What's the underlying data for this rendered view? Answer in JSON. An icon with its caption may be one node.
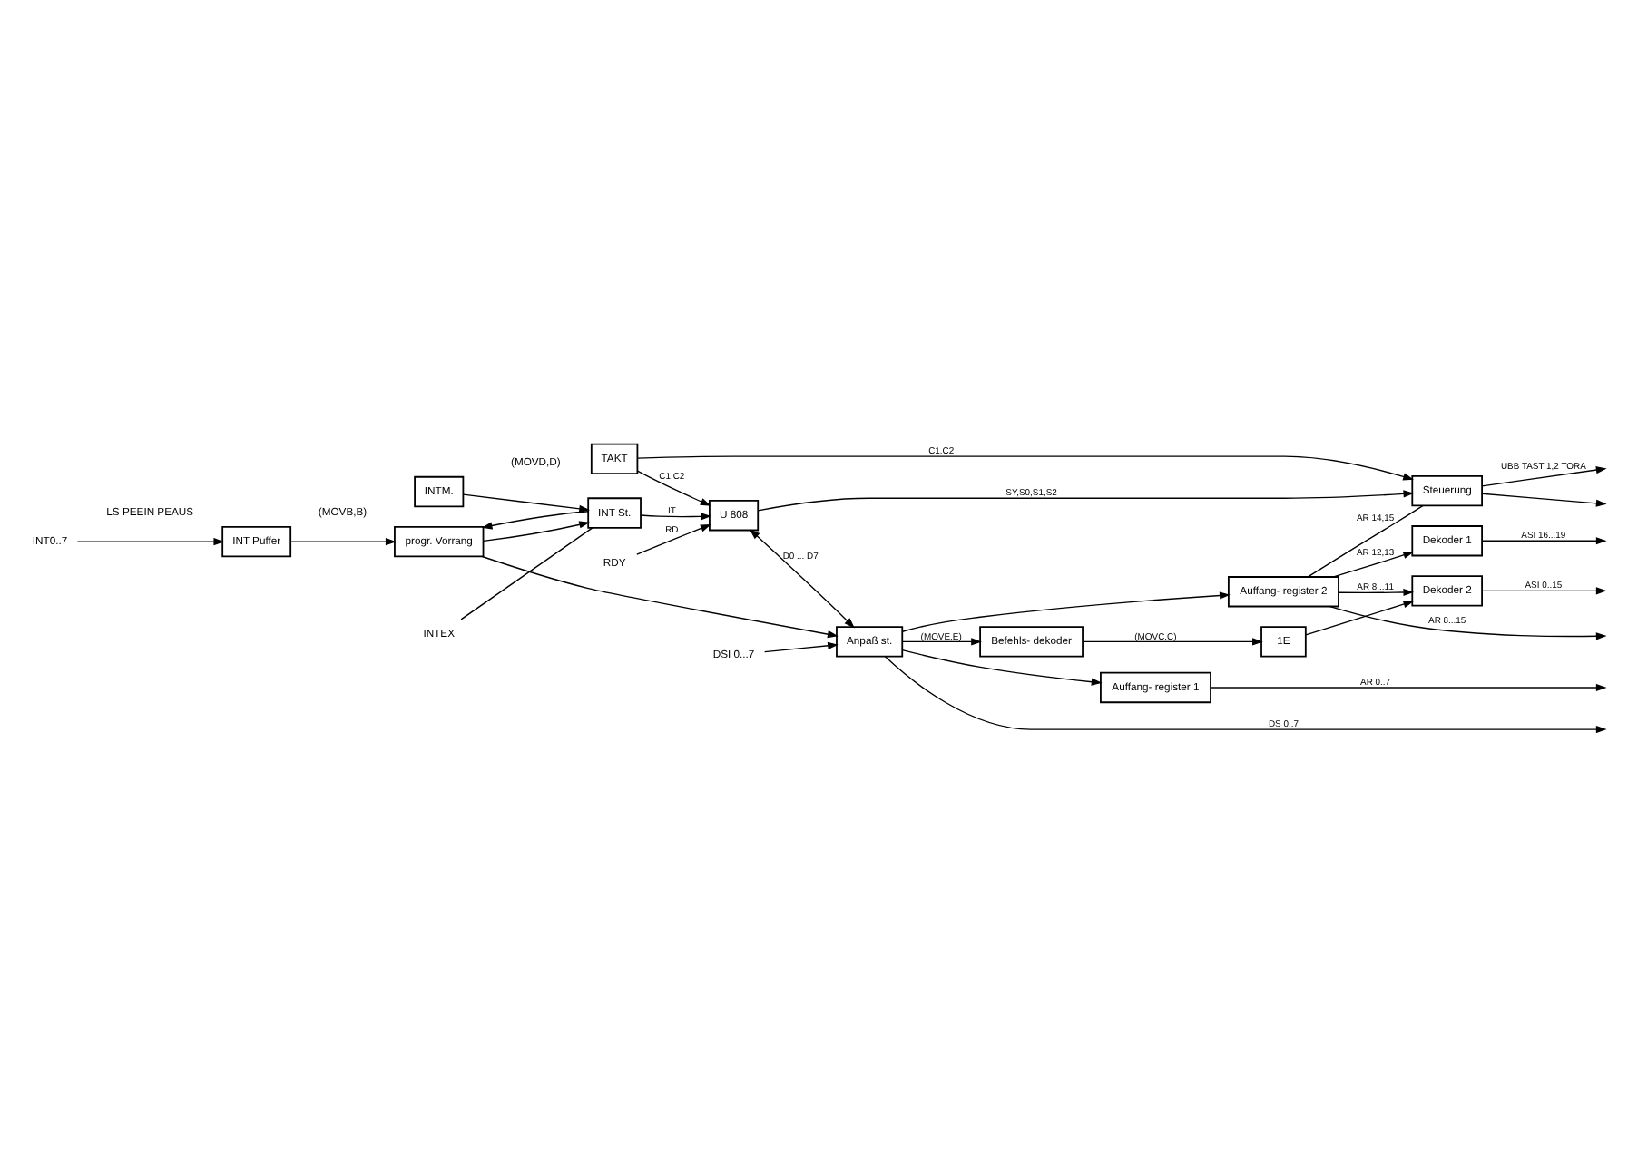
{
  "diagram": {
    "nodes": [
      {
        "text": [
          "TAKT"
        ]
      },
      {
        "text": [
          "U 808"
        ]
      },
      {
        "text": [
          "Steuerung"
        ]
      },
      {
        "text": [
          "Anpaß st."
        ]
      },
      {
        "text": [
          "Befehls- dekoder"
        ]
      },
      {
        "text": [
          "INTM."
        ]
      },
      {
        "text": [
          "INT St."
        ]
      },
      {
        "text": [
          "INT Puffer"
        ]
      },
      {
        "text": [
          "progr. Vorrang"
        ]
      },
      {
        "text": [
          "Auffang- register 1"
        ]
      },
      {
        "text": [
          "Auffang- register 2"
        ]
      },
      {
        "text": [
          "Dekoder 1"
        ]
      },
      {
        "text": [
          "Dekoder 2"
        ]
      },
      {
        "text": [
          "1E"
        ]
      },
      {
        "text": [
          "RDY"
        ]
      },
      {
        "text": [
          "INTEX"
        ]
      },
      {
        "text": [
          "INT0..7"
        ]
      },
      {
        "text": [
          "DSI 0...7"
        ]
      }
    ],
    "edges": [
      {
        "from": 0,
        "to": 1,
        "arrow": "to",
        "label": "C1,C2"
      },
      {
        "from": 0,
        "to": 2,
        "arrow": "to",
        "label": "C1.C2"
      },
      {
        "from": 14,
        "to": 1,
        "arrow": "to",
        "label": "RD"
      },
      {
        "from": 6,
        "to": 1,
        "arrow": "to",
        "label": "IT"
      },
      {
        "from": 1,
        "to": 3,
        "arrow": "both",
        "label": "D0 ... D7"
      },
      {
        "from": 1,
        "to": 2,
        "arrow": "to",
        "label": "SY,S0,S1,S2"
      },
      {
        "from": 2,
        "to": null,
        "arrow": "to",
        "label": "UBB TAST 1,2 TORA"
      },
      {
        "from": 2,
        "to": null,
        "arrow": "to"
      },
      {
        "from": 3,
        "to": null,
        "arrow": "to",
        "label": "DS 0..7"
      },
      {
        "from": 3,
        "to": 9,
        "arrow": "to"
      },
      {
        "from": 3,
        "to": 10,
        "arrow": "to"
      },
      {
        "from": 3,
        "to": 4,
        "arrow": "to",
        "label": "(MOVE,E)"
      },
      {
        "from": 10,
        "to": 2,
        "arrow": "none",
        "label": "AR 14,15"
      },
      {
        "from": 9,
        "to": null,
        "arrow": "to",
        "label": "AR 0..7"
      },
      {
        "from": 10,
        "to": null,
        "arrow": "to",
        "label": "AR 8...15"
      },
      {
        "from": 10,
        "to": 11,
        "arrow": "to",
        "label": "AR 12,13"
      },
      {
        "from": 10,
        "to": 12,
        "arrow": "to",
        "label": "AR 8...11"
      },
      {
        "from": 11,
        "to": null,
        "arrow": "to",
        "label": "ASI 16...19"
      },
      {
        "from": 12,
        "to": null,
        "arrow": "to",
        "label": "ASI 0..15"
      },
      {
        "from": 4,
        "to": 13,
        "arrow": "to",
        "label": "(MOVC,C)"
      },
      {
        "from": 13,
        "to": 12,
        "arrow": "to"
      },
      {
        "from": 5,
        "to": 6,
        "arrow": "to"
      },
      {
        "from": 15,
        "to": 6,
        "arrow": "none"
      },
      {
        "from": 16,
        "to": 7,
        "arrow": "to"
      },
      {
        "from": 7,
        "to": 8,
        "arrow": "to"
      },
      {
        "from": 8,
        "to": 6,
        "arrow": "to"
      },
      {
        "from": 6,
        "to": 8,
        "arrow": "to"
      },
      {
        "from": 8,
        "to": 3,
        "arrow": "to"
      },
      {
        "from": 17,
        "to": 3,
        "arrow": "to"
      }
    ],
    "labels": [
      "LS PEEIN PEAUS",
      "(MOVB,B)",
      "(MOVD,D)"
    ]
  }
}
